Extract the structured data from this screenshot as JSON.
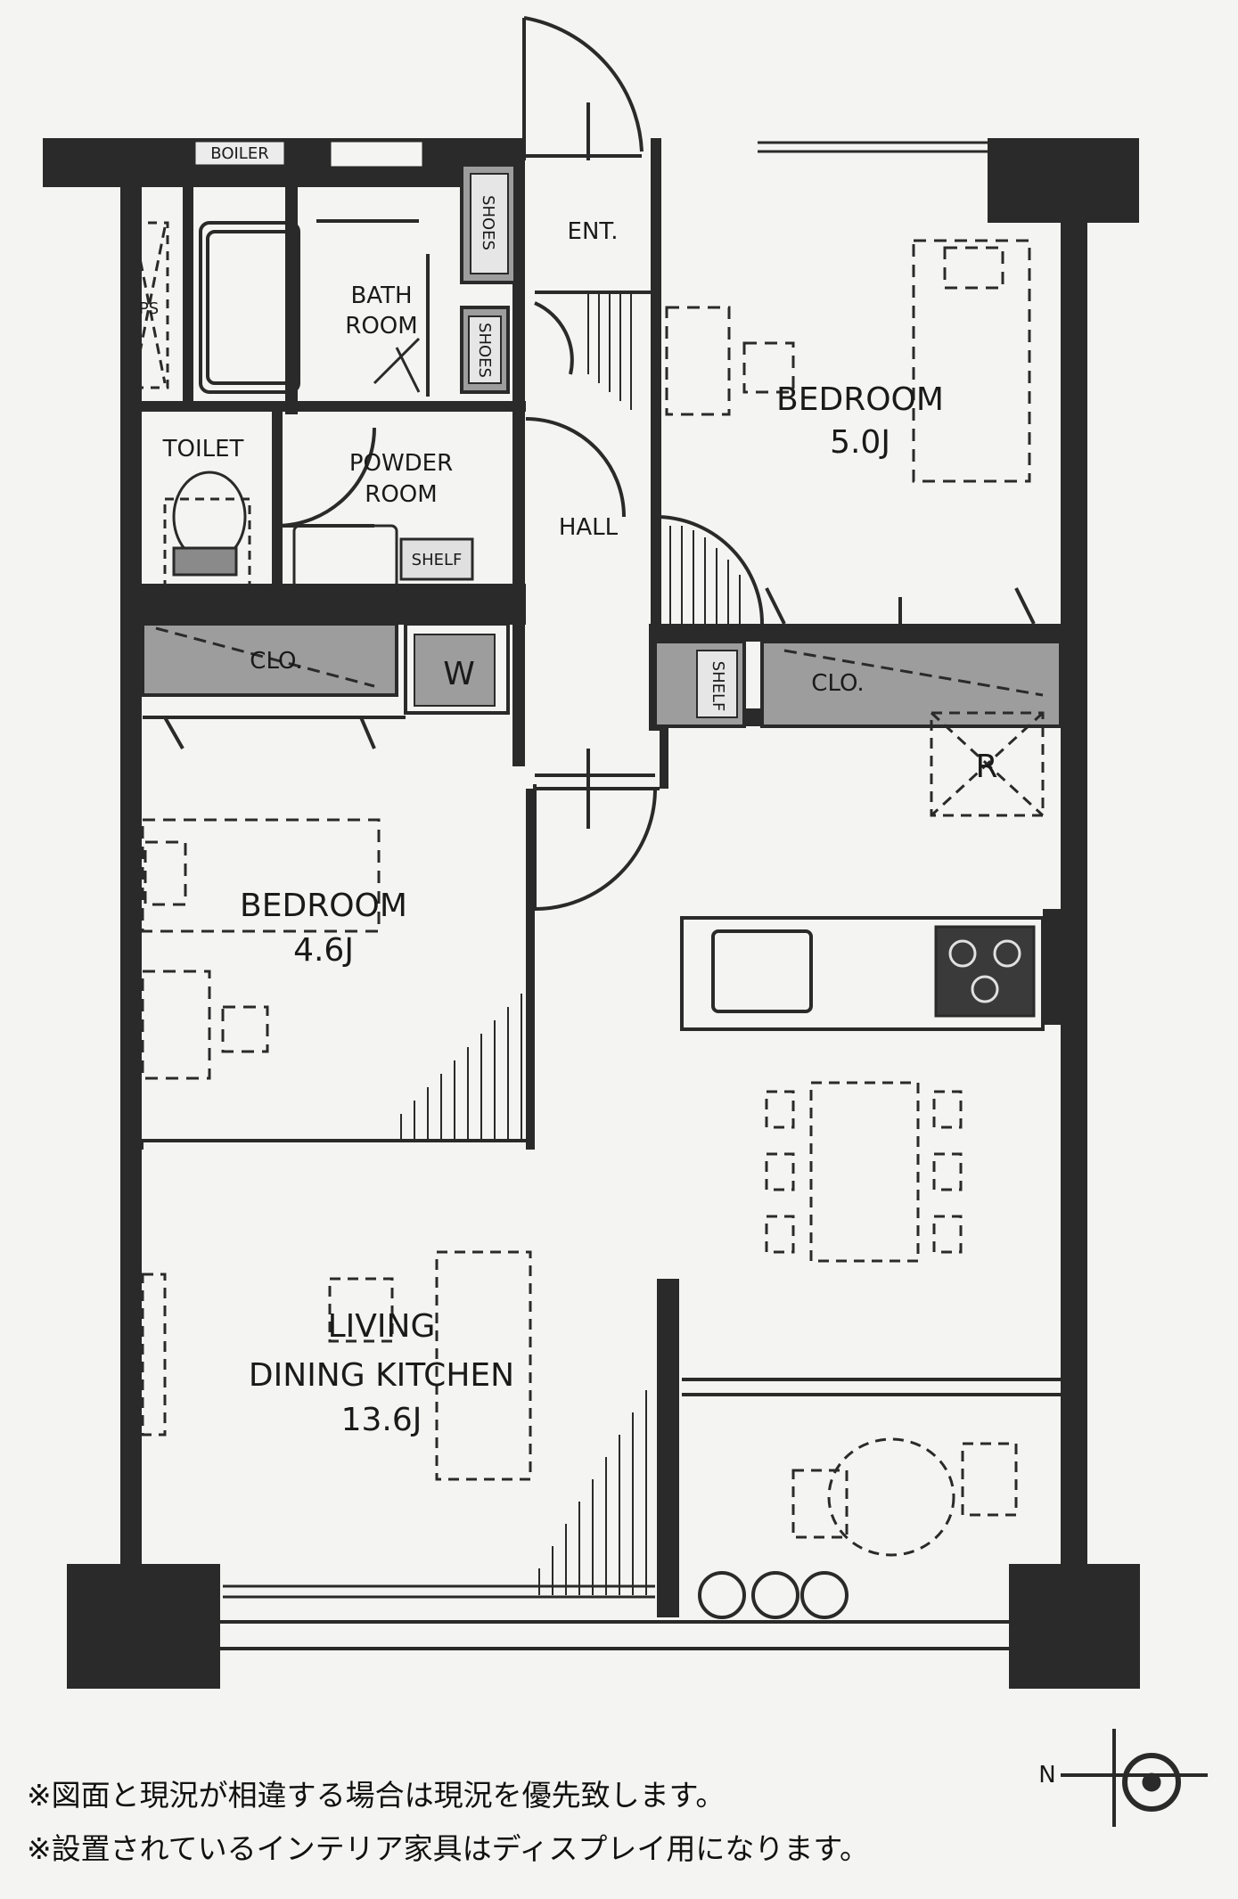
{
  "rooms": {
    "boiler": "BOILER",
    "ps": "PS",
    "bath_room": [
      "BATH",
      "ROOM"
    ],
    "shoes_1": "SHOES",
    "shoes_2": "SHOES",
    "entrance": "ENT.",
    "toilet": "TOILET",
    "powder_room": [
      "POWDER",
      "ROOM"
    ],
    "shelf_powder": "SHELF",
    "hall": "HALL",
    "bedroom_1": {
      "name": "BEDROOM",
      "size": "5.0J"
    },
    "bedroom_2": {
      "name": "BEDROOM",
      "size": "4.6J"
    },
    "closet_1": "CLO.",
    "closet_2": "CLO.",
    "wardrobe": "W",
    "shelf_hall": "SHELF",
    "refrigerator": "R",
    "ldk": {
      "name_1": "LIVING",
      "name_2": "DINING KITCHEN",
      "size": "13.6J"
    }
  },
  "compass": {
    "north": "N"
  },
  "notes": [
    "※図面と現況が相違する場合は現況を優先致します。",
    "※設置されているインテリア家具はディスプレイ用になります。"
  ]
}
